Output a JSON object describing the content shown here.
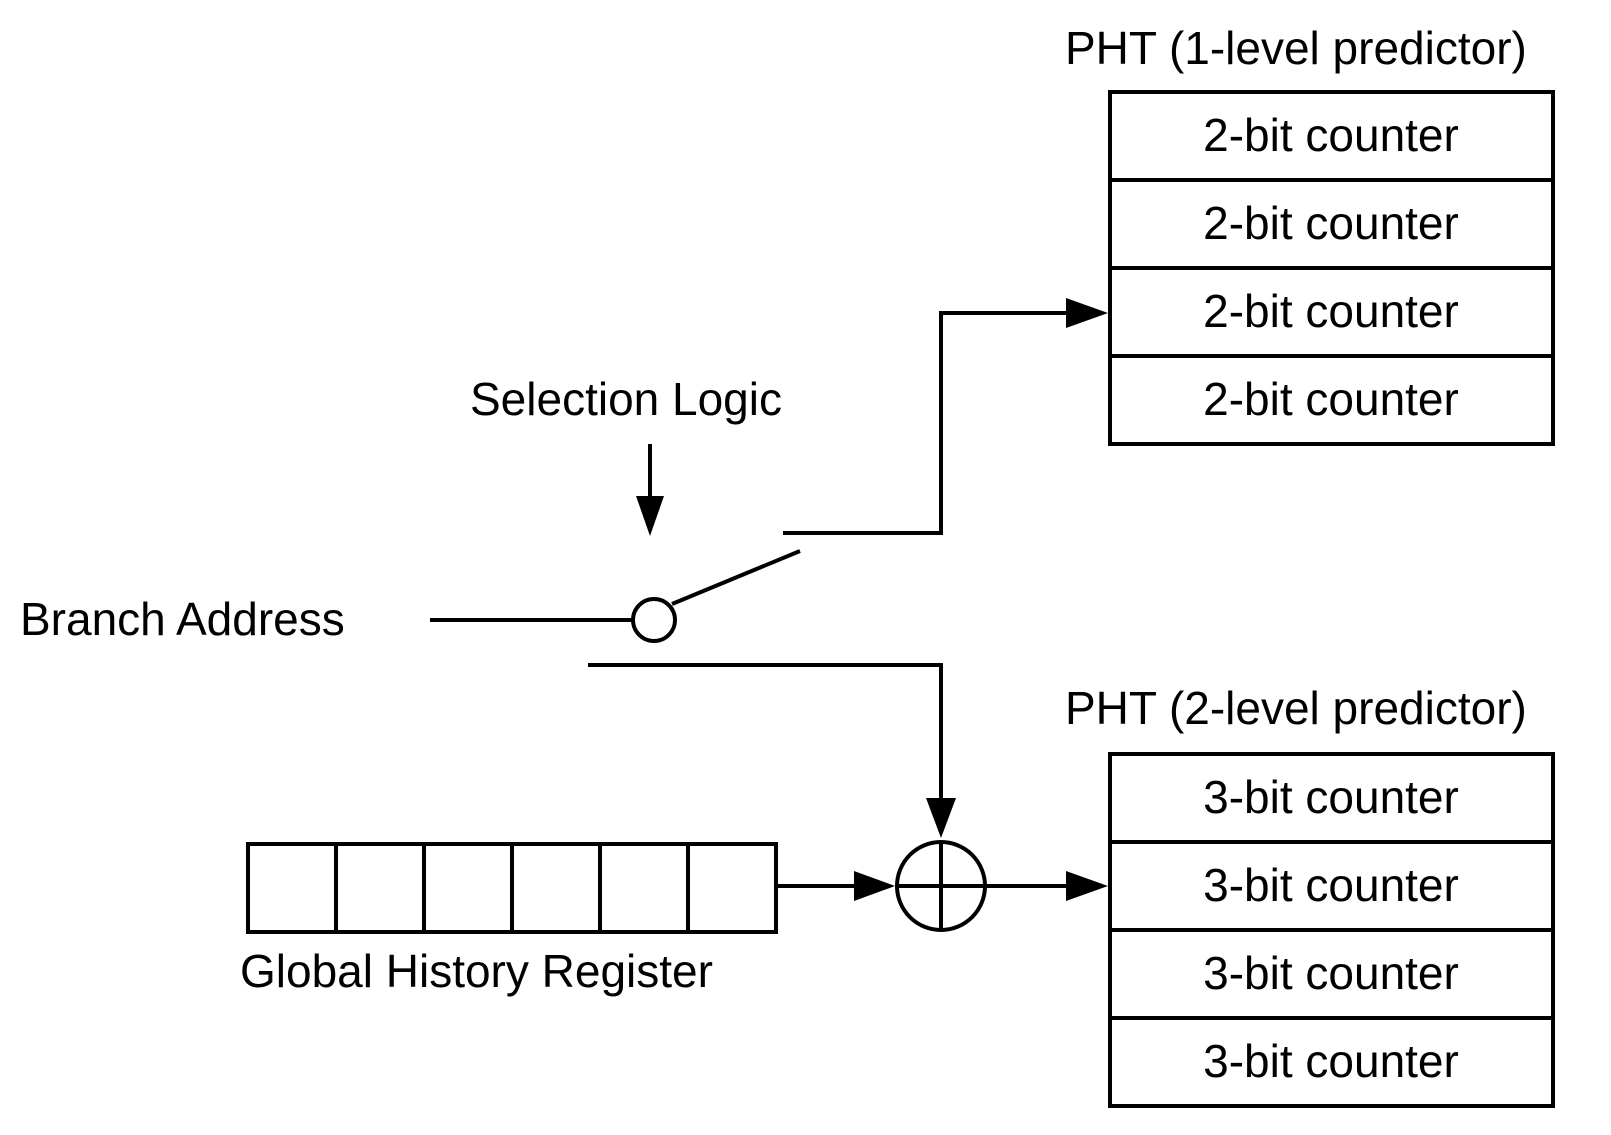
{
  "labels": {
    "pht1_title": "PHT (1-level predictor)",
    "pht2_title": "PHT (2-level predictor)",
    "selection_logic": "Selection Logic",
    "branch_address": "Branch Address",
    "global_history_register": "Global History Register"
  },
  "pht1": {
    "cells": [
      "2-bit counter",
      "2-bit counter",
      "2-bit counter",
      "2-bit counter"
    ]
  },
  "pht2": {
    "cells": [
      "3-bit counter",
      "3-bit counter",
      "3-bit counter",
      "3-bit counter"
    ]
  },
  "ghr": {
    "bit_count": 6
  },
  "colors": {
    "stroke": "#000000",
    "background": "#ffffff"
  }
}
